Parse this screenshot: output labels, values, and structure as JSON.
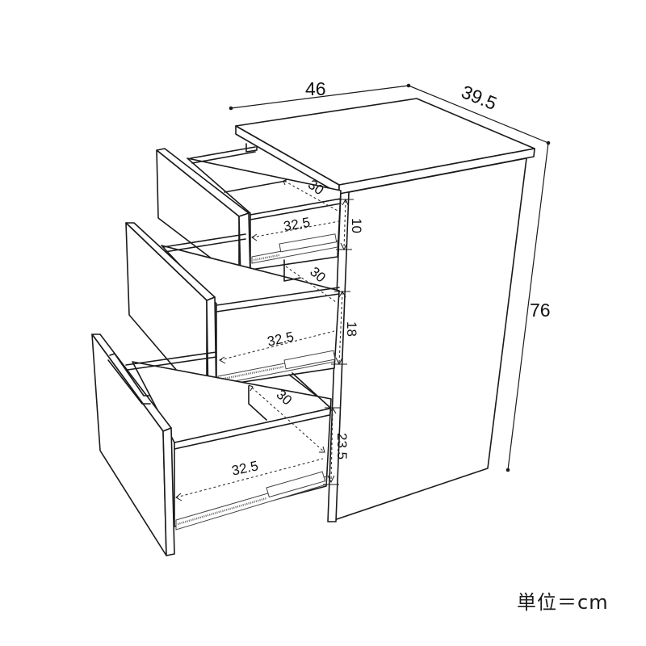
{
  "figure": {
    "subject": "3-drawer side cabinet dimension drawing",
    "unit_label": "単位＝cm",
    "colors": {
      "line": "#1a1a1a",
      "background": "#ffffff",
      "dash": "#333333"
    }
  },
  "dimensions": {
    "overall_width": "46",
    "overall_depth": "39.5",
    "overall_height": "76"
  },
  "drawers": [
    {
      "position": "top",
      "inner_width": "32.5",
      "inner_depth": "30",
      "inner_height": "10"
    },
    {
      "position": "middle",
      "inner_width": "32.5",
      "inner_depth": "30",
      "inner_height": "18"
    },
    {
      "position": "bottom",
      "inner_width": "32.5",
      "inner_depth": "30",
      "inner_height": "23.5"
    }
  ]
}
